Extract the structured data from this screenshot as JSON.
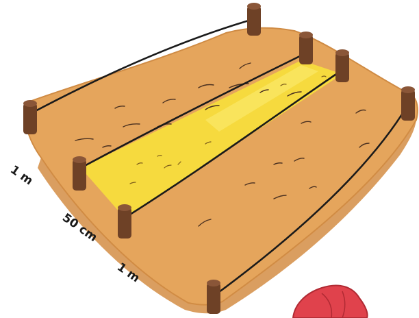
{
  "labels": {
    "left_strip_width": "1 m",
    "plot_gap": "50 cm",
    "right_strip_width": "1 m"
  },
  "colors": {
    "soil_light": "#e5a55c",
    "soil_shade": "#d38d44",
    "path_fill": "#f6da3e",
    "path_highlight": "#fbe86a",
    "string": "#1a1a1a",
    "stake": "#6e4126",
    "stake_top": "#8a5638",
    "flower_hint": "#e0424c"
  }
}
